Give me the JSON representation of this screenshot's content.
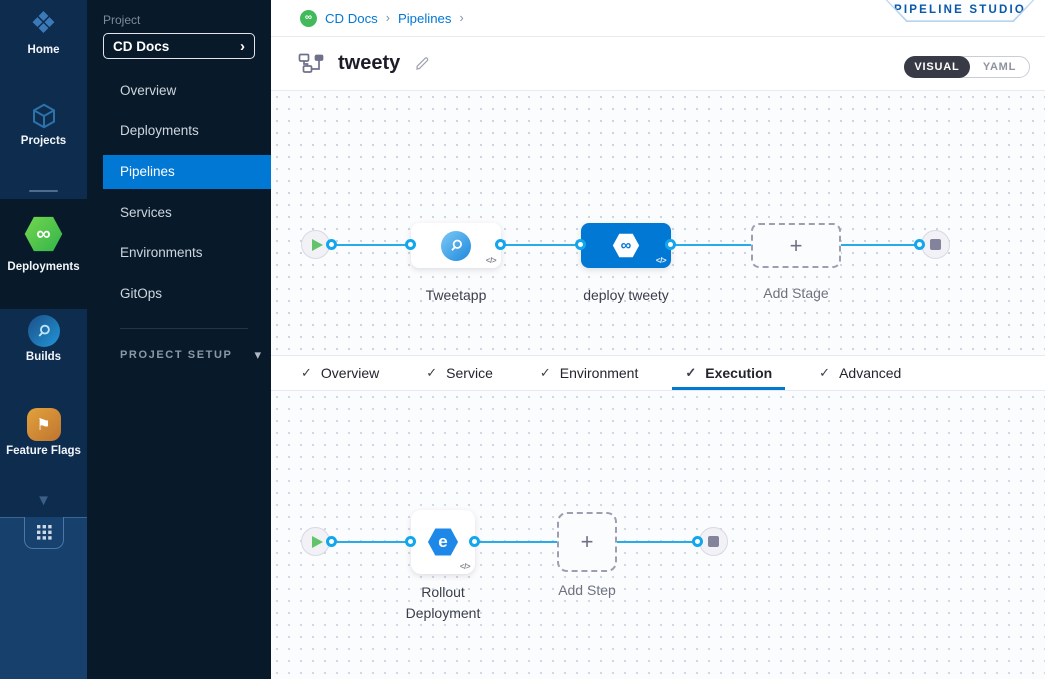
{
  "colors": {
    "primary": "#0278d5",
    "connector": "#29abe8",
    "rail_bg": "#0d2c4e",
    "rail_bottom_bg": "#17406d",
    "panel_bg": "#081a2a",
    "canvas_bg": "#fbfcfd",
    "cd_green": "#42ba5c",
    "selected_node_bg": "#0278d5",
    "toggle_dark": "#383a46"
  },
  "icons": {
    "home_diamond": "❖",
    "infinity": "∞",
    "flag": "⚑",
    "triangle_down": "▼",
    "chevron_right": "›",
    "caret_down": "▾",
    "gt": "›",
    "check": "✓",
    "plus": "+",
    "code": "</>",
    "rollout_e": "e"
  },
  "rail": {
    "items": [
      {
        "label": "Home"
      },
      {
        "label": "Projects"
      },
      {
        "label": "Deployments",
        "active": true
      },
      {
        "label": "Builds"
      },
      {
        "label": "Feature Flags"
      }
    ]
  },
  "panel": {
    "project_label": "Project",
    "project_name": "CD Docs",
    "menu": [
      "Overview",
      "Deployments",
      "Pipelines",
      "Services",
      "Environments",
      "GitOps"
    ],
    "active_item": "Pipelines",
    "setup_label": "PROJECT SETUP"
  },
  "header": {
    "breadcrumb": {
      "crumbs": [
        "CD Docs",
        "Pipelines"
      ]
    },
    "badge": "PIPELINE STUDIO",
    "title": "tweety",
    "toggle": {
      "visual": "VISUAL",
      "yaml": "YAML",
      "selected": "VISUAL"
    }
  },
  "stages": {
    "nodes": [
      {
        "name": "Tweetapp",
        "type": "build"
      },
      {
        "name": "deploy tweety",
        "type": "deploy",
        "selected": true
      }
    ],
    "add_stage": "Add Stage"
  },
  "tabs": {
    "items": [
      {
        "label": "Overview",
        "checked": true
      },
      {
        "label": "Service",
        "checked": true
      },
      {
        "label": "Environment",
        "checked": true
      },
      {
        "label": "Execution",
        "checked": true
      },
      {
        "label": "Advanced",
        "checked": true
      }
    ],
    "active": "Execution"
  },
  "execution": {
    "steps": [
      {
        "name": "Rollout Deployment",
        "type": "k8s-rollout"
      }
    ],
    "add_step": "Add Step"
  }
}
